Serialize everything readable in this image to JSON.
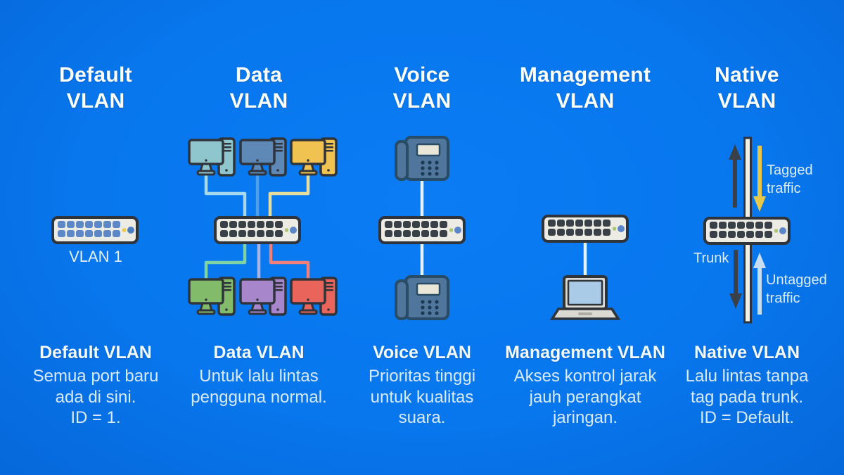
{
  "title": "VLAN types infographic",
  "columns": [
    {
      "id": "default",
      "header": "Default\nVLAN",
      "caption": "VLAN 1",
      "title": "Default VLAN",
      "description": "Semua port baru\nada di sini.\nID = 1."
    },
    {
      "id": "data",
      "header": "Data\nVLAN",
      "title": "Data VLAN",
      "description": "Untuk lalu lintas\npengguna normal."
    },
    {
      "id": "voice",
      "header": "Voice\nVLAN",
      "title": "Voice VLAN",
      "description": "Prioritas tinggi\nuntuk kualitas\nsuara."
    },
    {
      "id": "management",
      "header": "Management\nVLAN",
      "title": "Management VLAN",
      "description": "Akses kontrol jarak\njauh perangkat\njaringan."
    },
    {
      "id": "native",
      "header": "Native\nVLAN",
      "title": "Native VLAN",
      "description": "Lalu lintas tanpa\ntag pada trunk.\nID = Default.",
      "labels": {
        "tagged": "Tagged\ntraffic",
        "trunk": "Trunk",
        "untagged": "Untagged\ntraffic"
      }
    }
  ],
  "icons": [
    "network-switch-icon",
    "desktop-computer-icon",
    "ip-phone-icon",
    "laptop-icon",
    "trunk-link-icon",
    "arrow-up-icon",
    "arrow-down-icon"
  ],
  "colors": {
    "background": "#0877EE",
    "header_text": "#FFFFFF",
    "body_text": "#D9EAFE",
    "switch_body": "#ECEBE4",
    "switch_outline": "#2F343B",
    "port_dark": "#3A4047",
    "port_blue": "#5D88C8",
    "led_yellow": "#E8C84A",
    "led_green": "#A9C86B",
    "power_button": "#5B87C8",
    "pc_teal": "#8FC6CE",
    "pc_steel_blue": "#5E88B5",
    "pc_yellow": "#F0C24F",
    "pc_green": "#82BC6B",
    "pc_purple": "#A886CC",
    "pc_red": "#E9655C",
    "line_cyan": "#A6D9EE",
    "line_blue": "#4E9EE8",
    "line_yellow": "#E7DD9E",
    "line_green": "#7FD3A2",
    "line_purple": "#ABB4E6",
    "line_red": "#F0807A",
    "phone_body": "#51769B",
    "phone_outline": "#284B66",
    "laptop_screen": "#A9CBE8",
    "connector_white": "#E6F2FB",
    "tagged_arrow": "#E8C84A",
    "untagged_arrow": "#C6DDF2",
    "dark_arrow": "#3A4047"
  }
}
